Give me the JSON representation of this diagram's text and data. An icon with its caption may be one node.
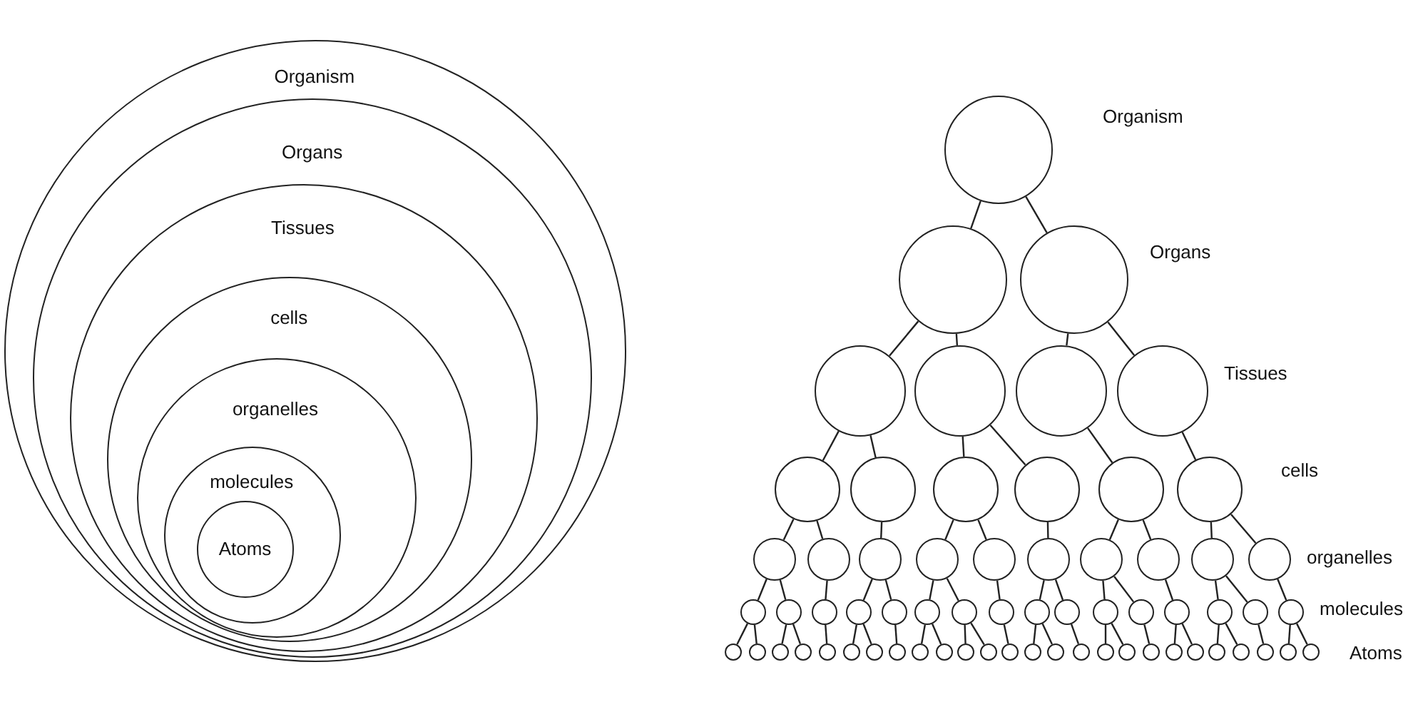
{
  "diagram": {
    "nodes": [
      {
        "text": [
          "Organism"
        ]
      },
      {
        "text": [
          "Organs"
        ],
        "in": 0
      },
      {
        "text": [
          "Tissues"
        ],
        "in": 1
      },
      {
        "text": [
          "cells"
        ],
        "in": 2
      },
      {
        "text": [
          "organelles"
        ],
        "in": 3
      },
      {
        "text": [
          "molecules"
        ],
        "in": 4
      },
      {
        "text": [
          "Atoms"
        ],
        "in": 5
      },
      {
        "text": [],
        "shape": "circle"
      },
      {
        "text": [],
        "shape": "circle"
      },
      {
        "text": [],
        "shape": "circle"
      },
      {
        "text": [],
        "shape": "circle"
      },
      {
        "text": [],
        "shape": "circle"
      },
      {
        "text": [],
        "shape": "circle"
      },
      {
        "text": [],
        "shape": "circle"
      },
      {
        "text": [],
        "shape": "circle"
      },
      {
        "text": [],
        "shape": "circle"
      },
      {
        "text": [],
        "shape": "circle"
      },
      {
        "text": [],
        "shape": "circle"
      },
      {
        "text": [],
        "shape": "circle"
      },
      {
        "text": [],
        "shape": "circle"
      },
      {
        "text": [],
        "shape": "circle"
      },
      {
        "text": [],
        "shape": "circle"
      },
      {
        "text": [],
        "shape": "circle"
      },
      {
        "text": [],
        "shape": "circle"
      },
      {
        "text": [],
        "shape": "circle"
      },
      {
        "text": [],
        "shape": "circle"
      },
      {
        "text": [],
        "shape": "circle"
      },
      {
        "text": [],
        "shape": "circle"
      },
      {
        "text": [],
        "shape": "circle"
      },
      {
        "text": [],
        "shape": "circle"
      },
      {
        "text": [],
        "shape": "circle"
      },
      {
        "text": [],
        "shape": "circle"
      },
      {
        "text": [],
        "shape": "circle"
      },
      {
        "text": [],
        "shape": "circle"
      },
      {
        "text": [],
        "shape": "circle"
      },
      {
        "text": [],
        "shape": "circle"
      },
      {
        "text": [],
        "shape": "circle"
      },
      {
        "text": [],
        "shape": "circle"
      },
      {
        "text": [],
        "shape": "circle"
      },
      {
        "text": [],
        "shape": "circle"
      },
      {
        "text": [],
        "shape": "circle"
      },
      {
        "text": [],
        "shape": "circle"
      },
      {
        "text": [],
        "shape": "circle"
      },
      {
        "text": [],
        "shape": "circle"
      },
      {
        "text": [],
        "shape": "circle"
      },
      {
        "text": [],
        "shape": "circle"
      },
      {
        "text": [],
        "shape": "circle"
      },
      {
        "text": [],
        "shape": "circle"
      },
      {
        "text": [],
        "shape": "circle"
      },
      {
        "text": [],
        "shape": "circle"
      },
      {
        "text": [],
        "shape": "circle"
      },
      {
        "text": [],
        "shape": "circle"
      },
      {
        "text": [],
        "shape": "circle"
      },
      {
        "text": [],
        "shape": "circle"
      },
      {
        "text": [],
        "shape": "circle"
      },
      {
        "text": [],
        "shape": "circle"
      },
      {
        "text": [],
        "shape": "circle"
      },
      {
        "text": [],
        "shape": "circle"
      },
      {
        "text": [],
        "shape": "circle"
      },
      {
        "text": [],
        "shape": "circle"
      },
      {
        "text": [],
        "shape": "circle"
      },
      {
        "text": [],
        "shape": "circle"
      },
      {
        "text": [],
        "shape": "circle"
      },
      {
        "text": [],
        "shape": "circle"
      },
      {
        "text": [],
        "shape": "circle"
      },
      {
        "text": [],
        "shape": "circle"
      },
      {
        "text": [],
        "shape": "circle"
      },
      {
        "text": [],
        "shape": "circle"
      },
      {
        "text": [],
        "shape": "circle"
      },
      {
        "text": [],
        "shape": "circle"
      },
      {
        "text": [],
        "shape": "circle"
      },
      {
        "text": [],
        "shape": "circle"
      }
    ],
    "edges": [
      {
        "from": 7,
        "to": 8,
        "arrow": "none"
      },
      {
        "from": 7,
        "to": 9,
        "arrow": "none"
      },
      {
        "from": 8,
        "to": 10,
        "arrow": "none"
      },
      {
        "from": 8,
        "to": 11,
        "arrow": "none"
      },
      {
        "from": 9,
        "to": 12,
        "arrow": "none"
      },
      {
        "from": 9,
        "to": 13,
        "arrow": "none"
      },
      {
        "from": 10,
        "to": 14,
        "arrow": "none"
      },
      {
        "from": 10,
        "to": 15,
        "arrow": "none"
      },
      {
        "from": 11,
        "to": 16,
        "arrow": "none"
      },
      {
        "from": 11,
        "to": 17,
        "arrow": "none"
      },
      {
        "from": 12,
        "to": 18,
        "arrow": "none"
      },
      {
        "from": 13,
        "to": 19,
        "arrow": "none"
      },
      {
        "from": 14,
        "to": 20,
        "arrow": "none"
      },
      {
        "from": 14,
        "to": 21,
        "arrow": "none"
      },
      {
        "from": 15,
        "to": 22,
        "arrow": "none"
      },
      {
        "from": 16,
        "to": 23,
        "arrow": "none"
      },
      {
        "from": 16,
        "to": 24,
        "arrow": "none"
      },
      {
        "from": 17,
        "to": 25,
        "arrow": "none"
      },
      {
        "from": 18,
        "to": 26,
        "arrow": "none"
      },
      {
        "from": 18,
        "to": 27,
        "arrow": "none"
      },
      {
        "from": 19,
        "to": 28,
        "arrow": "none"
      },
      {
        "from": 19,
        "to": 29,
        "arrow": "none"
      },
      {
        "from": 20,
        "to": 30,
        "arrow": "none"
      },
      {
        "from": 20,
        "to": 31,
        "arrow": "none"
      },
      {
        "from": 21,
        "to": 32,
        "arrow": "none"
      },
      {
        "from": 22,
        "to": 33,
        "arrow": "none"
      },
      {
        "from": 22,
        "to": 34,
        "arrow": "none"
      },
      {
        "from": 23,
        "to": 35,
        "arrow": "none"
      },
      {
        "from": 23,
        "to": 36,
        "arrow": "none"
      },
      {
        "from": 24,
        "to": 37,
        "arrow": "none"
      },
      {
        "from": 25,
        "to": 38,
        "arrow": "none"
      },
      {
        "from": 25,
        "to": 39,
        "arrow": "none"
      },
      {
        "from": 26,
        "to": 40,
        "arrow": "none"
      },
      {
        "from": 26,
        "to": 41,
        "arrow": "none"
      },
      {
        "from": 27,
        "to": 42,
        "arrow": "none"
      },
      {
        "from": 28,
        "to": 43,
        "arrow": "none"
      },
      {
        "from": 28,
        "to": 44,
        "arrow": "none"
      },
      {
        "from": 29,
        "to": 45,
        "arrow": "none"
      },
      {
        "from": 30,
        "to": 46,
        "arrow": "none"
      },
      {
        "from": 30,
        "to": 47,
        "arrow": "none"
      },
      {
        "from": 31,
        "to": 48,
        "arrow": "none"
      },
      {
        "from": 31,
        "to": 49,
        "arrow": "none"
      },
      {
        "from": 32,
        "to": 50,
        "arrow": "none"
      },
      {
        "from": 33,
        "to": 51,
        "arrow": "none"
      },
      {
        "from": 33,
        "to": 52,
        "arrow": "none"
      },
      {
        "from": 34,
        "to": 53,
        "arrow": "none"
      },
      {
        "from": 35,
        "to": 54,
        "arrow": "none"
      },
      {
        "from": 35,
        "to": 55,
        "arrow": "none"
      },
      {
        "from": 36,
        "to": 56,
        "arrow": "none"
      },
      {
        "from": 36,
        "to": 57,
        "arrow": "none"
      },
      {
        "from": 37,
        "to": 58,
        "arrow": "none"
      },
      {
        "from": 38,
        "to": 59,
        "arrow": "none"
      },
      {
        "from": 38,
        "to": 60,
        "arrow": "none"
      },
      {
        "from": 39,
        "to": 61,
        "arrow": "none"
      },
      {
        "from": 40,
        "to": 62,
        "arrow": "none"
      },
      {
        "from": 40,
        "to": 63,
        "arrow": "none"
      },
      {
        "from": 41,
        "to": 64,
        "arrow": "none"
      },
      {
        "from": 42,
        "to": 65,
        "arrow": "none"
      },
      {
        "from": 42,
        "to": 66,
        "arrow": "none"
      },
      {
        "from": 43,
        "to": 67,
        "arrow": "none"
      },
      {
        "from": 43,
        "to": 68,
        "arrow": "none"
      },
      {
        "from": 44,
        "to": 69,
        "arrow": "none"
      },
      {
        "from": 45,
        "to": 70,
        "arrow": "none"
      },
      {
        "from": 45,
        "to": 71,
        "arrow": "none"
      }
    ],
    "labels": [
      "Organism",
      "Organs",
      "Tissues",
      "cells",
      "organelles",
      "molecules",
      "Atoms"
    ]
  }
}
